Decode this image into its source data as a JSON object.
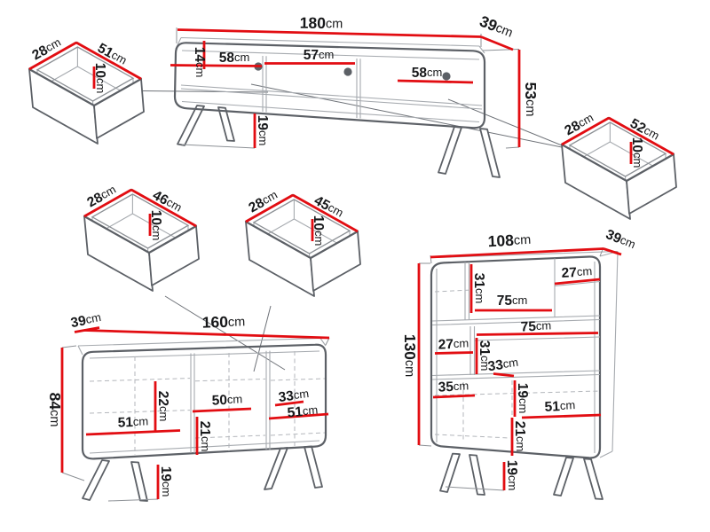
{
  "unit": "cm",
  "colors": {
    "dimension_red": "#e20d12",
    "outline_grey": "#5c6066",
    "hidden_grey": "#b3b6bb",
    "text": "#17181a"
  },
  "tv_stand": {
    "width": "180cm",
    "depth": "39cm",
    "height": "53cm",
    "top_inset": "14cm",
    "section_left": "58cm",
    "section_middle": "57cm",
    "section_right": "58cm",
    "leg_height": "19cm"
  },
  "drawer_top_left": {
    "depth": "28cm",
    "width": "51cm",
    "height": "10cm"
  },
  "drawer_top_right": {
    "depth": "28cm",
    "width": "52cm",
    "height": "10cm"
  },
  "drawer_mid_left": {
    "depth": "28cm",
    "width": "46cm",
    "height": "10cm"
  },
  "drawer_mid_center": {
    "depth": "28cm",
    "width": "45cm",
    "height": "10cm"
  },
  "sideboard": {
    "width": "160cm",
    "depth": "39cm",
    "height": "84cm",
    "upper_inner_height": "22cm",
    "middle_width": "50cm",
    "right_upper_width": "33cm",
    "left_inner_width": "51cm",
    "middle_inner_height": "21cm",
    "right_inner_width": "51cm",
    "leg_height": "19cm"
  },
  "cabinet": {
    "width": "108cm",
    "depth": "39cm",
    "height": "130cm",
    "top_left_height": "31cm",
    "top_right_width": "27cm",
    "top_inner_width": "75cm",
    "middle_inner_width": "75cm",
    "middle_left_width": "27cm",
    "middle_height": "31cm",
    "niche_width": "33cm",
    "lower_left_width": "35cm",
    "lower_upper_height": "19cm",
    "lower_inner_width": "51cm",
    "lower_height": "21cm",
    "leg_height": "19cm"
  }
}
